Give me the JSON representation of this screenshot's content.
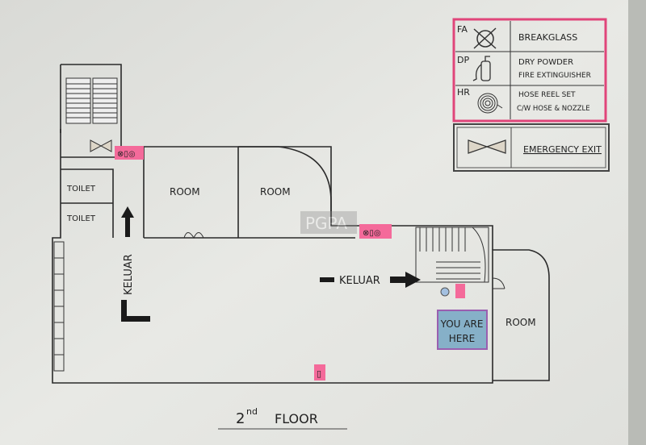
{
  "legend": {
    "items": [
      {
        "code": "FA",
        "icon": "breakglass-icon",
        "label_lines": [
          "BREAKGLASS"
        ]
      },
      {
        "code": "DP",
        "icon": "fire-extinguisher-icon",
        "label_lines": [
          "DRY POWDER",
          "FIRE EXTINGUISHER"
        ]
      },
      {
        "code": "HR",
        "icon": "hose-reel-icon",
        "label_lines": [
          "HOSE REEL SET",
          "C/W HOSE & NOZZLE"
        ]
      }
    ],
    "exit": {
      "icon": "emergency-exit-icon",
      "label": "EMERGENCY EXIT"
    }
  },
  "plan": {
    "toilets": [
      "TOILET",
      "TOILET"
    ],
    "rooms": [
      "ROOM",
      "ROOM",
      "ROOM"
    ],
    "exit_arrows": [
      "KELUAR",
      "KELUAR"
    ],
    "you_are_here": [
      "YOU ARE",
      "HERE"
    ],
    "floor_title_number": "2",
    "floor_title_suffix": "nd",
    "floor_title_word": "FLOOR"
  },
  "watermark": "PGPA",
  "colors": {
    "legend_border": "#e0457a",
    "marker": "#f46a9a",
    "you_are_here_fill": "#86b0c8",
    "you_are_here_border": "#9a5fb0",
    "paper": "#e6e7e3"
  }
}
